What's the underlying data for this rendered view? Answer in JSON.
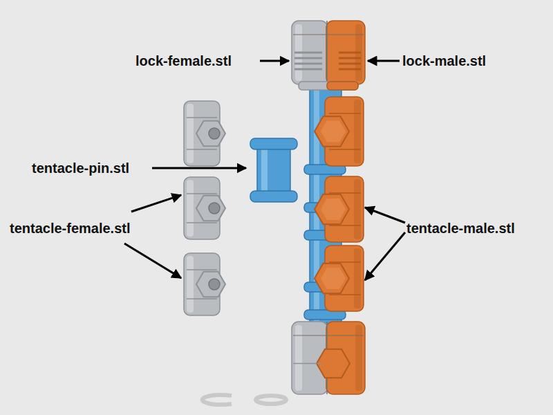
{
  "diagram": {
    "labels": [
      "lock-female.stl",
      "lock-male.stl",
      "tentacle-pin.stl",
      "tentacle-female.stl",
      "tentacle-male.stl"
    ]
  }
}
